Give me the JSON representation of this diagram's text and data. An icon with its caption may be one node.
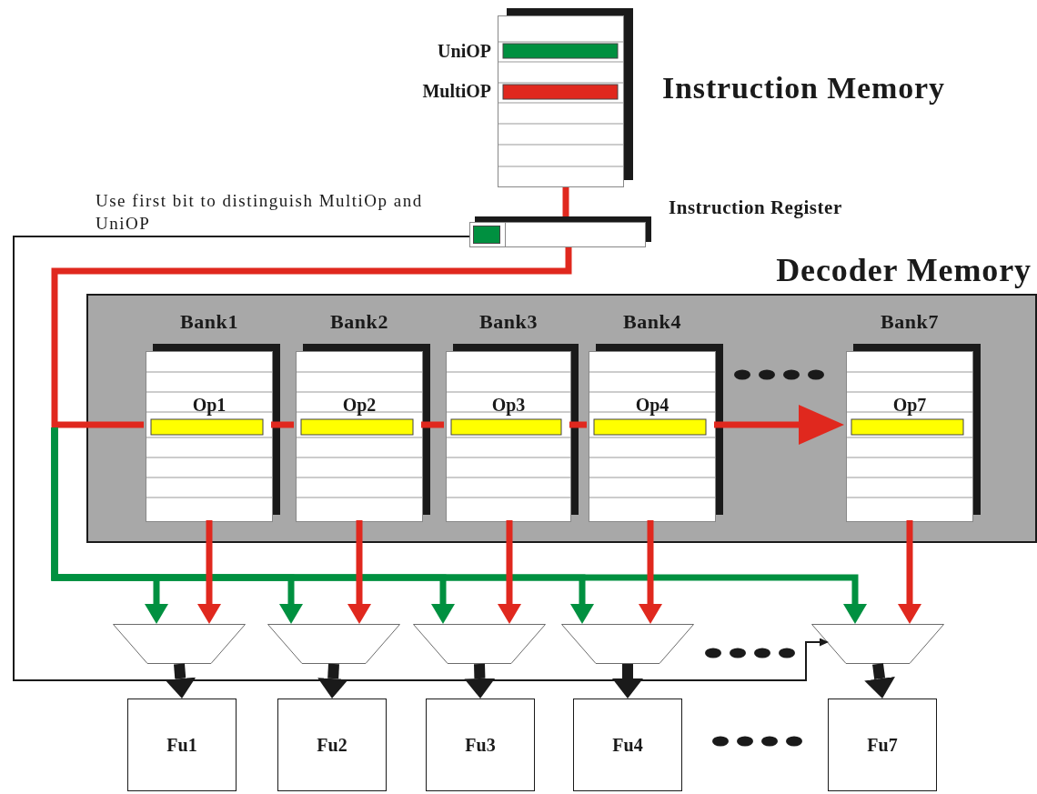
{
  "diagram": {
    "nodes": [
      {
        "text": [
          "UniOP",
          "MultiOP"
        ],
        "beside": [
          "Instruction Memory"
        ]
      },
      {
        "text": [],
        "shape": "box",
        "beside": [
          "Instruction Register"
        ]
      },
      {
        "text": [
          "Decoder Memory"
        ]
      },
      {
        "text": [
          "Bank1",
          "Op1"
        ],
        "in": 2
      },
      {
        "text": [
          "Bank2",
          "Op2"
        ],
        "in": 2
      },
      {
        "text": [
          "Bank3",
          "Op3"
        ],
        "in": 2
      },
      {
        "text": [
          "Bank4",
          "Op4"
        ],
        "in": 2
      },
      {
        "text": [
          "Bank7",
          "Op7"
        ],
        "in": 2
      },
      {
        "text": [],
        "shape": "trapezoid"
      },
      {
        "text": [],
        "shape": "trapezoid"
      },
      {
        "text": [],
        "shape": "trapezoid"
      },
      {
        "text": [],
        "shape": "trapezoid"
      },
      {
        "text": [],
        "shape": "trapezoid"
      },
      {
        "text": [
          "Fu1"
        ]
      },
      {
        "text": [
          "Fu2"
        ]
      },
      {
        "text": [
          "Fu3"
        ]
      },
      {
        "text": [
          "Fu4"
        ]
      },
      {
        "text": [
          "Fu7"
        ]
      }
    ],
    "edges": [
      {
        "from": 0,
        "to": 1,
        "arrow": "none",
        "color": "#e0281e"
      },
      {
        "from": 1,
        "to": 3,
        "arrow": "none",
        "color": "#e0281e"
      },
      {
        "from": 3,
        "to": 4,
        "arrow": "none",
        "color": "#e0281e"
      },
      {
        "from": 4,
        "to": 5,
        "arrow": "none",
        "color": "#e0281e"
      },
      {
        "from": 5,
        "to": 6,
        "arrow": "none",
        "color": "#e0281e"
      },
      {
        "from": 6,
        "to": 7,
        "arrow": "to",
        "color": "#e0281e"
      },
      {
        "from": null,
        "to": 8,
        "arrow": "to",
        "color": "#009040"
      },
      {
        "from": null,
        "to": 9,
        "arrow": "to",
        "color": "#009040"
      },
      {
        "from": null,
        "to": 10,
        "arrow": "to",
        "color": "#009040"
      },
      {
        "from": null,
        "to": 11,
        "arrow": "to",
        "color": "#009040"
      },
      {
        "from": null,
        "to": 12,
        "arrow": "to",
        "color": "#009040"
      },
      {
        "from": 3,
        "to": 8,
        "arrow": "to",
        "color": "#e0281e"
      },
      {
        "from": 4,
        "to": 9,
        "arrow": "to",
        "color": "#e0281e"
      },
      {
        "from": 5,
        "to": 10,
        "arrow": "to",
        "color": "#e0281e"
      },
      {
        "from": 6,
        "to": 11,
        "arrow": "to",
        "color": "#e0281e"
      },
      {
        "from": 7,
        "to": 12,
        "arrow": "to",
        "color": "#e0281e"
      },
      {
        "from": 1,
        "to": 12,
        "arrow": "to",
        "label": "Use first bit to distinguish MultiOp and UniOP",
        "color": "#1a1a1a"
      },
      {
        "from": 8,
        "to": 13,
        "arrow": "to",
        "color": "#1a1a1a"
      },
      {
        "from": 9,
        "to": 14,
        "arrow": "to",
        "color": "#1a1a1a"
      },
      {
        "from": 10,
        "to": 15,
        "arrow": "to",
        "color": "#1a1a1a"
      },
      {
        "from": 11,
        "to": 16,
        "arrow": "to",
        "color": "#1a1a1a"
      },
      {
        "from": 12,
        "to": 17,
        "arrow": "to",
        "color": "#1a1a1a"
      }
    ]
  }
}
